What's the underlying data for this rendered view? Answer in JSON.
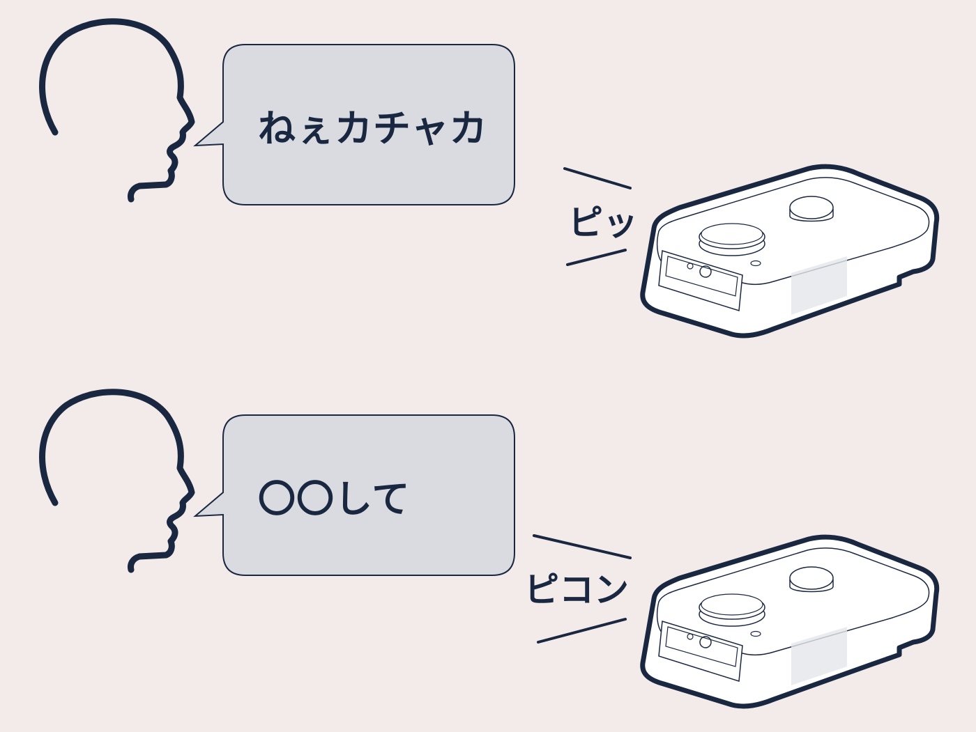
{
  "scenes": [
    {
      "speech": "ねぇカチャカ",
      "sound": "ピッ"
    },
    {
      "speech": "〇〇して",
      "sound": "ピコン"
    }
  ],
  "colors": {
    "background": "#f3ebe9",
    "ink": "#1a2740",
    "bubble": "#d9dbe1",
    "device": "#ffffff"
  },
  "icons": {
    "head": "human-head-profile-icon",
    "device": "smart-speaker-device-icon"
  }
}
